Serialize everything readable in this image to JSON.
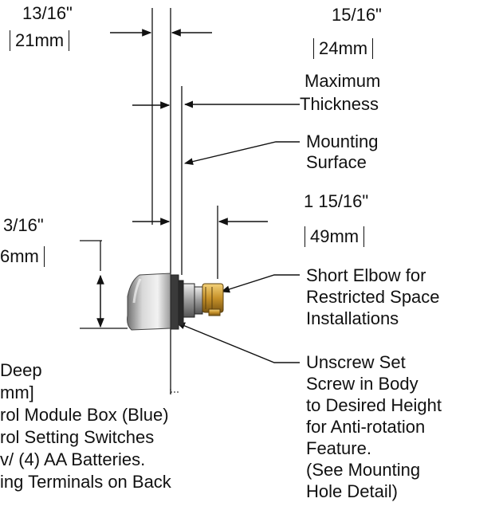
{
  "dimensions": {
    "top_left": {
      "imperial": "13/16\"",
      "metric": "21mm"
    },
    "top_right": {
      "imperial": "15/16\"",
      "metric": "24mm"
    },
    "mid_right": {
      "imperial": "1 15/16\"",
      "metric": "49mm"
    },
    "left": {
      "imperial": "3/16\"",
      "metric": "6mm"
    }
  },
  "callouts": {
    "max_thickness": [
      "Maximum",
      "Thickness"
    ],
    "mounting_surface": [
      "Mounting",
      "Surface"
    ],
    "short_elbow": [
      "Short Elbow for",
      "Restricted Space",
      "Installations"
    ],
    "set_screw": [
      "Unscrew Set",
      "Screw in Body",
      "to Desired Height",
      "for Anti-rotation",
      "Feature.",
      "(See Mounting",
      "Hole Detail)"
    ]
  },
  "left_notes": [
    "Deep",
    "mm]",
    "rol Module Box (Blue)",
    "rol Setting Switches",
    "v/ (4) AA Batteries.",
    "ing Terminals on Back"
  ]
}
